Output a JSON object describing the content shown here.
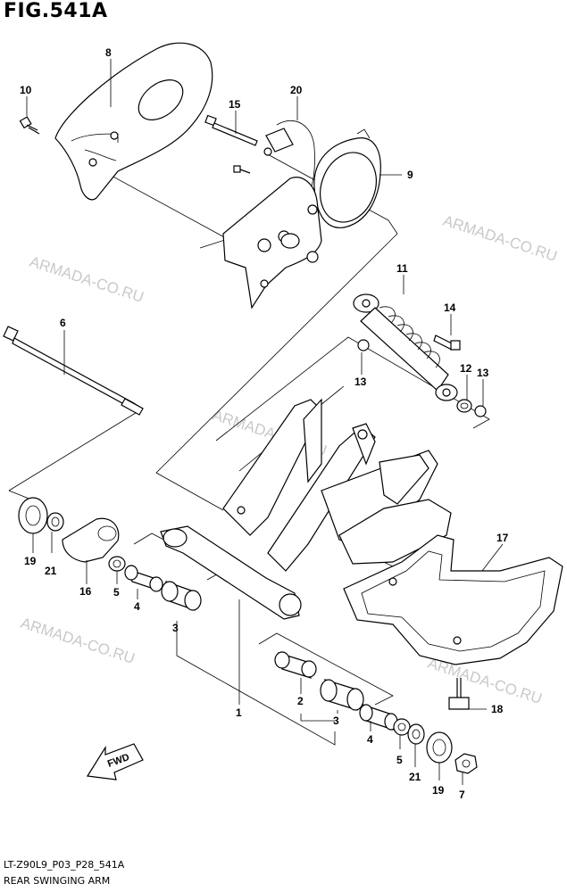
{
  "figure": {
    "title": "FIG.541A",
    "code": "LT-Z90L9_P03_P28_541A",
    "caption": "REAR SWINGING ARM"
  },
  "watermark": "ARMADA-CO.RU",
  "direction_badge": "FWD",
  "callouts": {
    "c1": "1",
    "c2": "2",
    "c3a": "3",
    "c3b": "3",
    "c4a": "4",
    "c4b": "4",
    "c5a": "5",
    "c5b": "5",
    "c6": "6",
    "c7": "7",
    "c8": "8",
    "c9": "9",
    "c10": "10",
    "c11": "11",
    "c12": "12",
    "c13a": "13",
    "c13b": "13",
    "c14": "14",
    "c15": "15",
    "c16": "16",
    "c17": "17",
    "c18": "18",
    "c19a": "19",
    "c19b": "19",
    "c20": "20",
    "c21a": "21",
    "c21b": "21"
  }
}
